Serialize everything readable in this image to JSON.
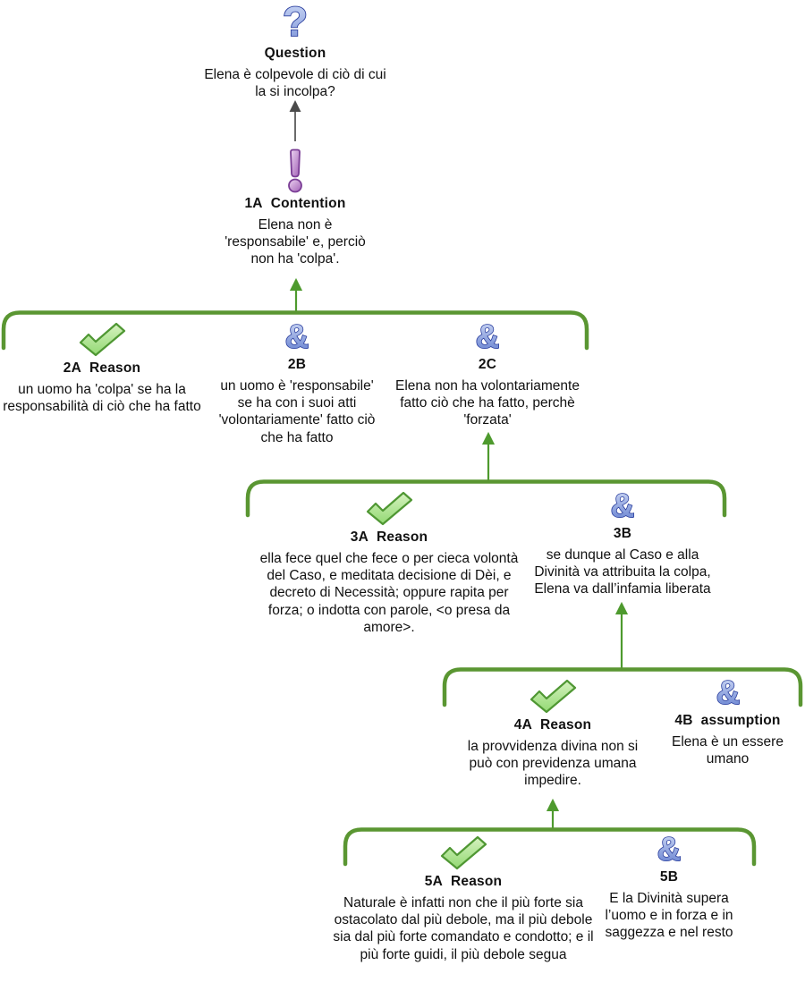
{
  "diagram_type": "argument-map",
  "colors": {
    "bracket_green": "#5a9632",
    "arrow_green": "#4e9a2e",
    "arrow_gray": "#6a6a6a",
    "check_fill_light": "#d6f2c0",
    "check_fill_dark": "#93d973",
    "check_stroke": "#4f9733",
    "amp_fill_light": "#d3ddf7",
    "amp_fill_dark": "#5f7bce",
    "amp_stroke": "#2b3f9e",
    "question_fill_light": "#cdd9f6",
    "question_fill_dark": "#7b93d8",
    "question_stroke": "#2b3f9e",
    "excl_fill_light": "#ecd4f1",
    "excl_fill_dark": "#a260b6",
    "excl_stroke": "#7a3d95",
    "text": "#111111"
  },
  "nodes": {
    "question": {
      "label": "Question",
      "body": "Elena è colpevole di ciò di cui la si incolpa?",
      "icon": "question-mark-icon"
    },
    "c1a": {
      "label": "1A  Contention",
      "body": "Elena non è 'responsabile' e, perciò non ha 'colpa'.",
      "icon": "exclamation-icon"
    },
    "r2a": {
      "label": "2A  Reason",
      "body": "un uomo ha 'colpa' se ha la responsabilità di ciò che ha fatto",
      "icon": "check-icon"
    },
    "r2b": {
      "label": "2B",
      "body": "un uomo è 'responsabile' se ha con i suoi atti 'volontariamente' fatto ciò che ha fatto",
      "icon": "ampersand-icon"
    },
    "r2c": {
      "label": "2C",
      "body": "Elena non ha volontariamente fatto ciò che ha fatto, perchè 'forzata'",
      "icon": "ampersand-icon"
    },
    "r3a": {
      "label": "3A  Reason",
      "body": "ella fece quel che fece o per cieca volontà del Caso, e meditata decisione di Dèi, e decreto di Necessità; oppure rapita per forza; o indotta con parole, <o presa da amore>.",
      "icon": "check-icon"
    },
    "r3b": {
      "label": "3B",
      "body": "se dunque al Caso e alla Divinità va attribuita la colpa, Elena va dall’infamia liberata",
      "icon": "ampersand-icon"
    },
    "r4a": {
      "label": "4A  Reason",
      "body": "la provvidenza divina non si può con previdenza umana impedire.",
      "icon": "check-icon"
    },
    "r4b": {
      "label": "4B  assumption",
      "body": "Elena è un essere umano",
      "icon": "ampersand-icon"
    },
    "r5a": {
      "label": "5A  Reason",
      "body": "Naturale è infatti non che il più forte sia ostacolato dal più debole, ma il più debole sia dal più forte comandato e condotto; e il più forte guidi, il più debole segua",
      "icon": "check-icon"
    },
    "r5b": {
      "label": "5B",
      "body": "E la Divinità supera l’uomo e in forza e in saggezza e nel resto",
      "icon": "ampersand-icon"
    }
  }
}
